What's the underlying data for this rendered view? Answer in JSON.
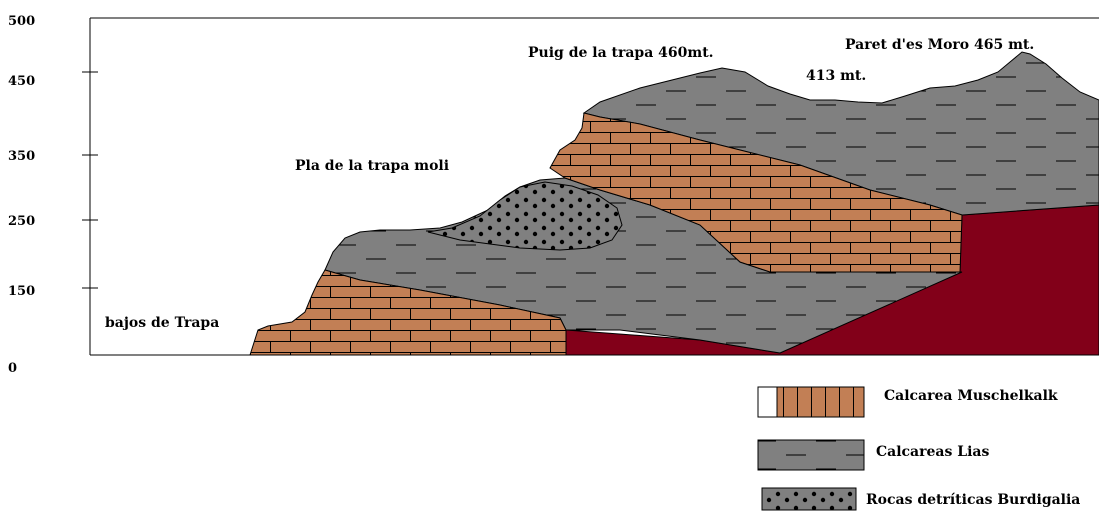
{
  "axis": {
    "ticks": [
      "500",
      "450",
      "350",
      "250",
      "150",
      "0"
    ]
  },
  "labels": {
    "puig": "Puig de la trapa 460mt.",
    "paret": "Paret d'es Moro  465 mt.",
    "m413": "413 mt.",
    "pla": "Pla de la trapa moli",
    "bajos": "bajos de Trapa"
  },
  "legend": [
    {
      "label": "Calcarea Muschelkalk",
      "pattern": "brick"
    },
    {
      "label": "Calcareas  Lias",
      "pattern": "dash"
    },
    {
      "label": "Rocas detríticas Burdigalia",
      "pattern": "dots"
    }
  ],
  "colors": {
    "muschelkalk": "#c27f55",
    "lias": "#808080",
    "burdigalia": "#808080",
    "basement": "#820019"
  }
}
